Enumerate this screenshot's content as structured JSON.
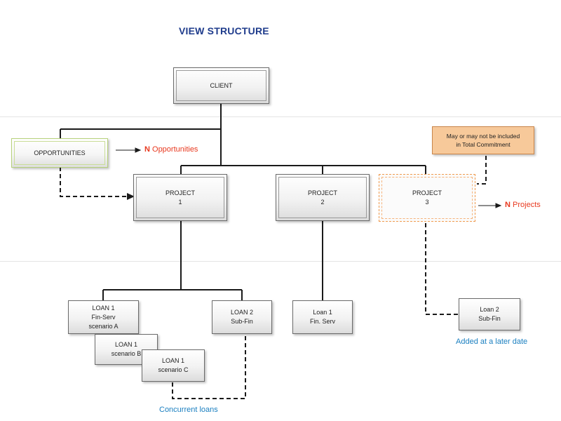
{
  "title": "VIEW STRUCTURE",
  "client": {
    "line1": "CLIENT"
  },
  "opportunities": {
    "line1": "OPPORTUNITIES"
  },
  "opportunities_label": {
    "n": "N",
    "text": " Opportunities"
  },
  "project1": {
    "line1": "PROJECT",
    "line2": "1"
  },
  "project2": {
    "line1": "PROJECT",
    "line2": "2"
  },
  "project3": {
    "line1": "PROJECT",
    "line2": "3"
  },
  "note": {
    "line1": "May or may not be included",
    "line2": "in Total Commitment"
  },
  "projects_label": {
    "n": "N",
    "text": " Projects"
  },
  "loan1a": {
    "line1": "LOAN 1",
    "line2": "Fin-Serv",
    "line3": "scenario A"
  },
  "loan1b": {
    "line1": "LOAN 1",
    "line2": "scenario B"
  },
  "loan1c": {
    "line1": "LOAN 1",
    "line2": "scenario C"
  },
  "loan2a": {
    "line1": "LOAN 2",
    "line2": "Sub-Fin"
  },
  "loan1p2": {
    "line1": "Loan 1",
    "line2": "Fin. Serv"
  },
  "loan2p3": {
    "line1": "Loan 2",
    "line2": "Sub-Fin"
  },
  "added_label": "Added at a later date",
  "concurrent_label": "Concurrent loans",
  "colors": {
    "title": "#1f3c8c",
    "red_label": "#e8391f",
    "blue_label": "#1a7fc0",
    "note_fill": "#f7c99a",
    "opportunities_border": "#b6d17a",
    "project3_border": "#f09a4d"
  }
}
